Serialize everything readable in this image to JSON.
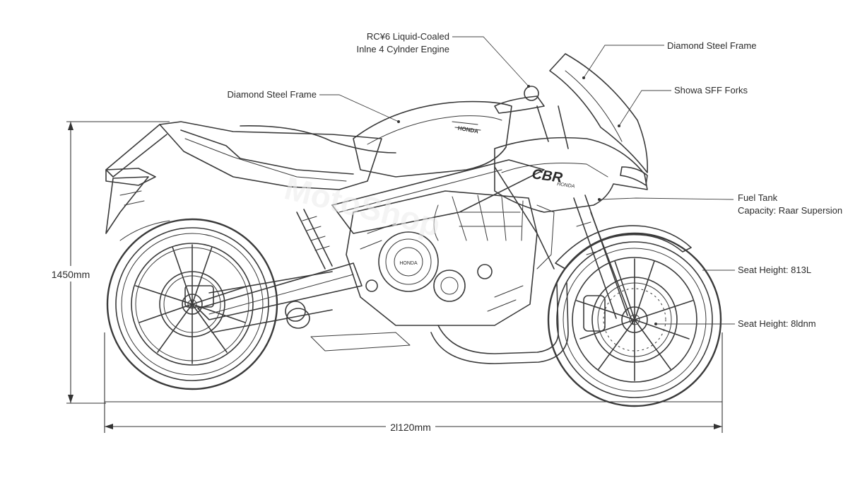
{
  "callouts": {
    "engine": [
      "RC¥6 Liquid-Coaled",
      "Inlne 4 Cylnder Engine"
    ],
    "frame_top": "Diamond Steel Frame",
    "frame_left": "Diamond Steel Frame",
    "forks": "Showa SFF Forks",
    "tank": [
      "Fuel Tank",
      "Capacity: Raar Supersion"
    ],
    "seat_upper": "Seat Height: 813L",
    "seat_lower": "Seat Height: 8ldnm"
  },
  "dimensions": {
    "height": "1450mm",
    "length": "2l120mm"
  },
  "bike_labels": {
    "tank_badge": "HONDA",
    "fairing_badge": "CBR",
    "fairing_sub": "HONDA",
    "engine_cover": "HONDA"
  },
  "colors": {
    "line": "#3a3a3a",
    "background": "#ffffff"
  }
}
